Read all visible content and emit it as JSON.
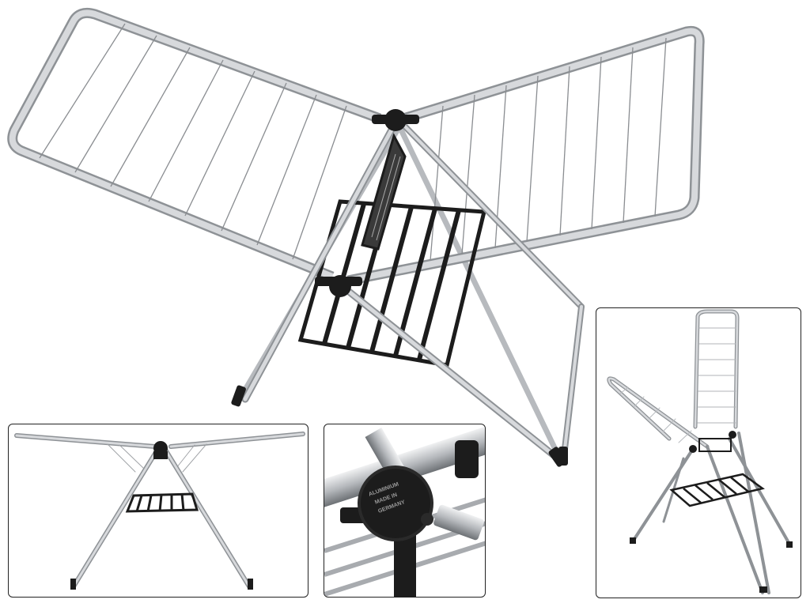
{
  "colors": {
    "background": "#ffffff",
    "aluminum": "#c9ccd0",
    "aluminum_edge": "#8e9296",
    "wire": "#8a8d91",
    "plastic": "#1c1c1c",
    "panel_border": "#222222"
  },
  "closeup": {
    "hub_lettering": [
      "ALUMINIUM",
      "MADE IN",
      "GERMANY"
    ]
  }
}
